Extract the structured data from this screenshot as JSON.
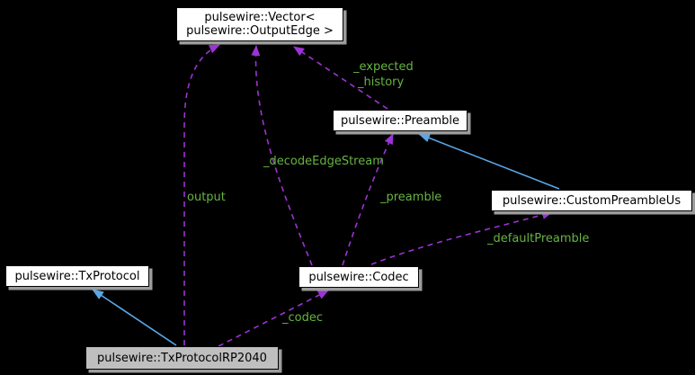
{
  "diagram": {
    "type": "uml-collaboration-graph",
    "colors": {
      "background": "#000000",
      "node_fill": "#ffffff",
      "node_border": "#000000",
      "main_node_fill": "#bfbfbf",
      "shadow": "#9c9c9c",
      "dependency_edge": "#9c33d4",
      "inheritance_edge": "#5aa7e8",
      "edge_label": "#66b441",
      "node_text": "#000000"
    },
    "nodes": {
      "vector": {
        "line1": "pulsewire::Vector<",
        "line2": "pulsewire::OutputEdge >"
      },
      "preamble": {
        "label": "pulsewire::Preamble"
      },
      "custom_preamble_us": {
        "label": "pulsewire::CustomPreambleUs"
      },
      "tx_protocol": {
        "label": "pulsewire::TxProtocol"
      },
      "codec": {
        "label": "pulsewire::Codec"
      },
      "tx_protocol_rp2040": {
        "label": "pulsewire::TxProtocolRP2040"
      }
    },
    "edge_labels": {
      "expected": "_expected",
      "history": "_history",
      "decode_edge_stream": "_decodeEdgeStream",
      "output": "output",
      "preamble": "_preamble",
      "default_preamble": "_defaultPreamble",
      "codec": "_codec"
    },
    "edges": [
      {
        "from": "tx_protocol_rp2040",
        "to": "vector",
        "label": "output",
        "type": "dependency"
      },
      {
        "from": "tx_protocol_rp2040",
        "to": "codec",
        "label": "_codec",
        "type": "dependency"
      },
      {
        "from": "tx_protocol_rp2040",
        "to": "tx_protocol",
        "label": "",
        "type": "inheritance"
      },
      {
        "from": "codec",
        "to": "vector",
        "label": "_decodeEdgeStream",
        "type": "dependency"
      },
      {
        "from": "codec",
        "to": "preamble",
        "label": "_preamble",
        "type": "dependency"
      },
      {
        "from": "codec",
        "to": "custom_preamble_us",
        "label": "_defaultPreamble",
        "type": "dependency"
      },
      {
        "from": "preamble",
        "to": "vector",
        "label": "_expected _history",
        "type": "dependency"
      },
      {
        "from": "custom_preamble_us",
        "to": "preamble",
        "label": "",
        "type": "inheritance"
      }
    ]
  }
}
